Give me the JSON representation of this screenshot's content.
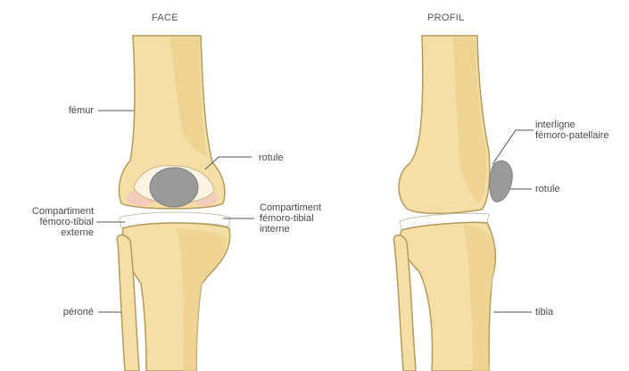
{
  "views": {
    "front": {
      "title": "FACE"
    },
    "side": {
      "title": "PROFIL"
    }
  },
  "labels": {
    "femur": "fémur",
    "rotule_front": "rotule",
    "comp_ext": [
      "Compartiment",
      "fémoro-tibial",
      "externe"
    ],
    "comp_int": [
      "Compartiment",
      "fémoro-tibial",
      "interne"
    ],
    "perone": "péroné",
    "interligne": [
      "interligne",
      "fémoro-patellaire"
    ],
    "rotule_side": "rotule",
    "tibia": "tibia"
  },
  "colors": {
    "bone": "#f5dfa6",
    "bone_shade": "#e7c77f",
    "outline": "#b59a5c",
    "cartilage": "#ffffff",
    "patella": "#9a9a9a",
    "pink": "#f3cdbb",
    "leader": "#555555"
  }
}
